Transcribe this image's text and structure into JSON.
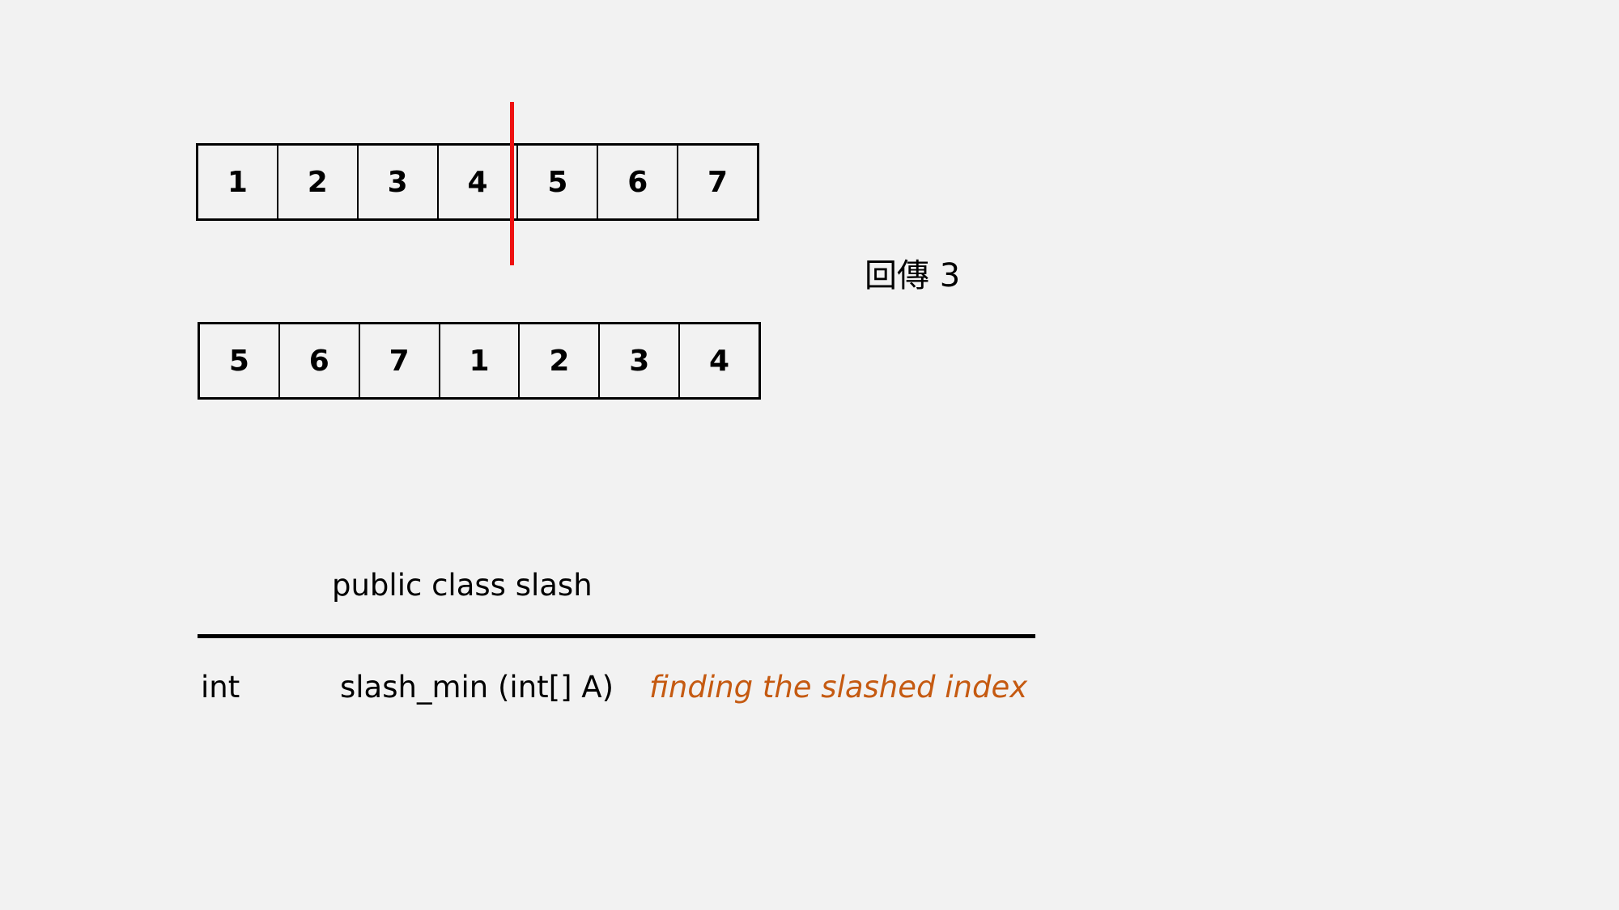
{
  "arrays": {
    "sorted": [
      "1",
      "2",
      "3",
      "4",
      "5",
      "6",
      "7"
    ],
    "rotated": [
      "5",
      "6",
      "7",
      "1",
      "2",
      "3",
      "4"
    ]
  },
  "annotation": {
    "return_text": "回傳 3",
    "slash_color": "#ee1111"
  },
  "class_def": {
    "header": "public class  slash",
    "method": {
      "return_type": "int",
      "signature": "slash_min (int[]  A)",
      "description": "finding the slashed index",
      "description_color": "#c55a11"
    }
  }
}
